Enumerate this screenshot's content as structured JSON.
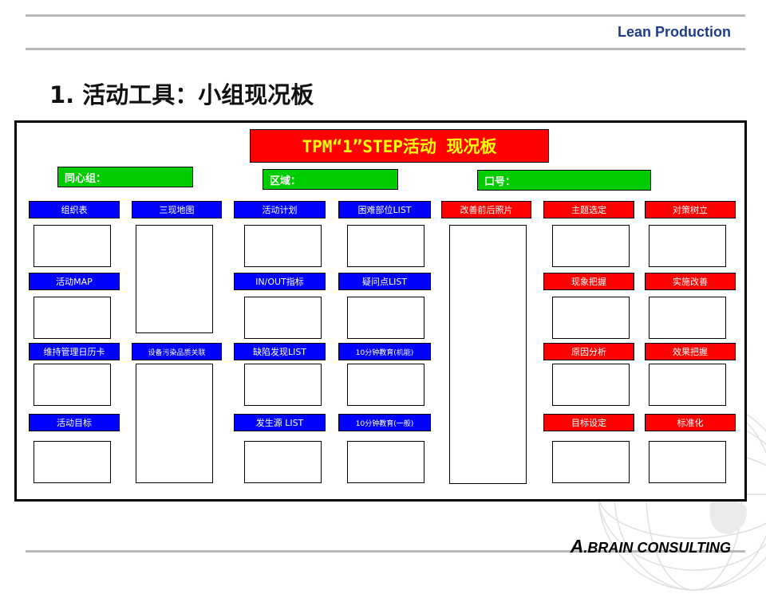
{
  "header": {
    "brand": "Lean Production"
  },
  "page": {
    "title": "1. 活动工具：小组现况板"
  },
  "board": {
    "title": "TPM“1”STEP活动 现况板",
    "fields": {
      "group": "同心组：",
      "area": "区域：",
      "number": "口号："
    },
    "labels": {
      "org_chart": "组织表",
      "three_reality_map": "三现地图",
      "activity_plan": "活动计划",
      "difficult_parts_list": "困难部位LIST",
      "before_after_photos": "改善前后照片",
      "theme_selection": "主题选定",
      "countermeasure_tree": "对策树立",
      "activity_map": "活动MAP",
      "in_out_indicators": "IN/OUT指标",
      "questions_list": "疑问点LIST",
      "phenomenon_grasp": "现象把握",
      "implement_improvement": "实施改善",
      "maintenance_calendar": "维持管理日历卡",
      "equipment_pollution_quality": "设备污染品质关联",
      "defect_discovery_list": "缺陷发现LIST",
      "ten_min_education_machine": "10分钟教育(机能)",
      "cause_analysis": "原因分析",
      "effect_grasp": "效果把握",
      "activity_goal": "活动目标",
      "source_list": "发生源 LIST",
      "ten_min_education_general": "10分钟教育(一般)",
      "target_setting": "目标设定",
      "standardization": "标准化"
    }
  },
  "footer": {
    "brand_initial": "A",
    "brand_rest": ".BRAIN CONSULTING"
  },
  "colors": {
    "label_blue": "#0000ff",
    "label_red": "#ff0000",
    "field_green": "#00cc00",
    "title_bg": "#ff0000",
    "title_text": "#ffff00",
    "brand_blue": "#1f3d8a"
  }
}
